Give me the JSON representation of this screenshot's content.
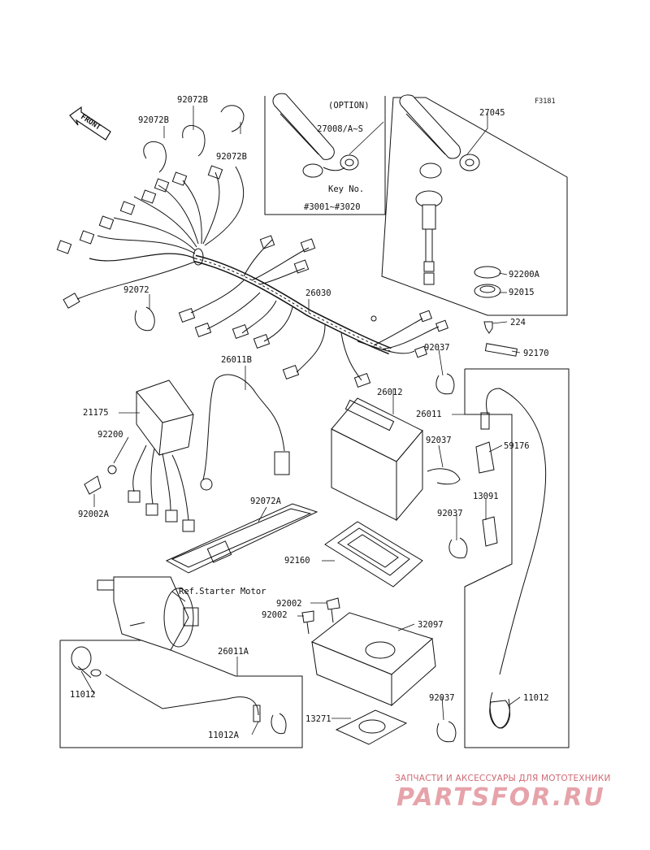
{
  "sheet_code": "F3181",
  "front_label": "FRONT",
  "watermark": {
    "caption": "ЗАПЧАСТИ И АКСЕССУАРЫ ДЛЯ МОТОТЕХНИКИ",
    "logo": "PARTSFOR.RU"
  },
  "callouts": {
    "p92072B_a": "92072B",
    "p92072B_b": "92072B",
    "p92072B_c": "92072B",
    "option": "(OPTION)",
    "p27008": "27008/A~S",
    "key_no": "Key No.",
    "key_range": "#3001~#3020",
    "p27045": "27045",
    "p92200A": "92200A",
    "p92015": "92015",
    "p92072": "92072",
    "p26030": "26030",
    "p224": "224",
    "p92170": "92170",
    "p26011B": "26011B",
    "p92037_a": "92037",
    "p21175": "21175",
    "p26012": "26012",
    "p26011": "26011",
    "p92200": "92200",
    "p59176": "59176",
    "p92037_b": "92037",
    "p92002A": "92002A",
    "p13091": "13091",
    "p92072A": "92072A",
    "p92037_c": "92037",
    "p92160": "92160",
    "ref_starter": "Ref.Starter Motor",
    "p92002_a": "92002",
    "p92002_b": "92002",
    "p32097": "32097",
    "p26011A": "26011A",
    "p11012_a": "11012",
    "p11012_b": "11012",
    "p92037_d": "92037",
    "p13271": "13271",
    "p11012A": "11012A"
  }
}
